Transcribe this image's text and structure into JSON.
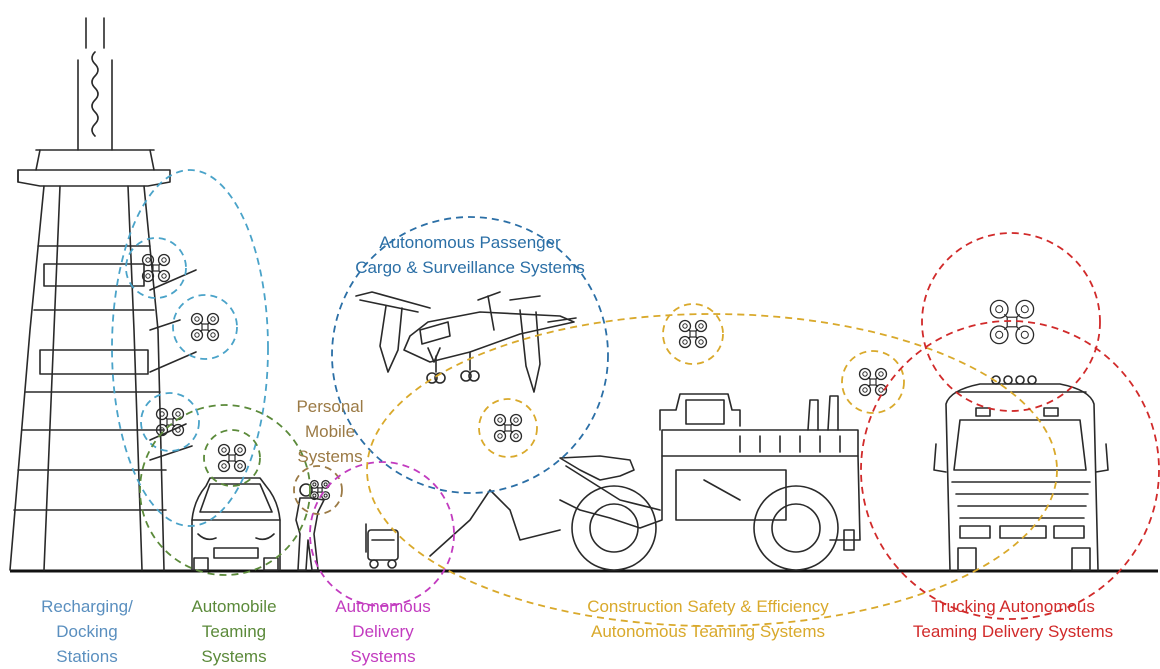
{
  "colors": {
    "charging": "#4aa3c9",
    "automobile": "#5b8a3a",
    "personal": "#9b7a45",
    "passenger": "#2b6fa6",
    "delivery": "#c23bbf",
    "construction": "#d9a92b",
    "trucking": "#d12a2a",
    "line": "#2a2a2a",
    "recharge_text": "#5a8fbf"
  },
  "labels": {
    "recharging": [
      "Recharging/",
      "Docking",
      "Stations"
    ],
    "automobile": [
      "Automobile",
      "Teaming",
      "Systems"
    ],
    "personal": [
      "Personal",
      "Mobile",
      "Systems"
    ],
    "passenger": [
      "Autonomous Passenger",
      "Cargo & Surveillance Systems"
    ],
    "delivery": [
      "Autonomous",
      "Delivery",
      "Systems"
    ],
    "construction": [
      "Construction Safety & Efficiency",
      "Autonomous Teaming Systems"
    ],
    "trucking": [
      "Trucking Autonomous",
      "Teaming Delivery Systems"
    ]
  },
  "icons": [
    "tower-icon",
    "car-icon",
    "person-icon",
    "delivery-robot-icon",
    "tiltrotor-aircraft-icon",
    "wheel-loader-icon",
    "truck-icon",
    "quadcopter-drone-icon"
  ]
}
